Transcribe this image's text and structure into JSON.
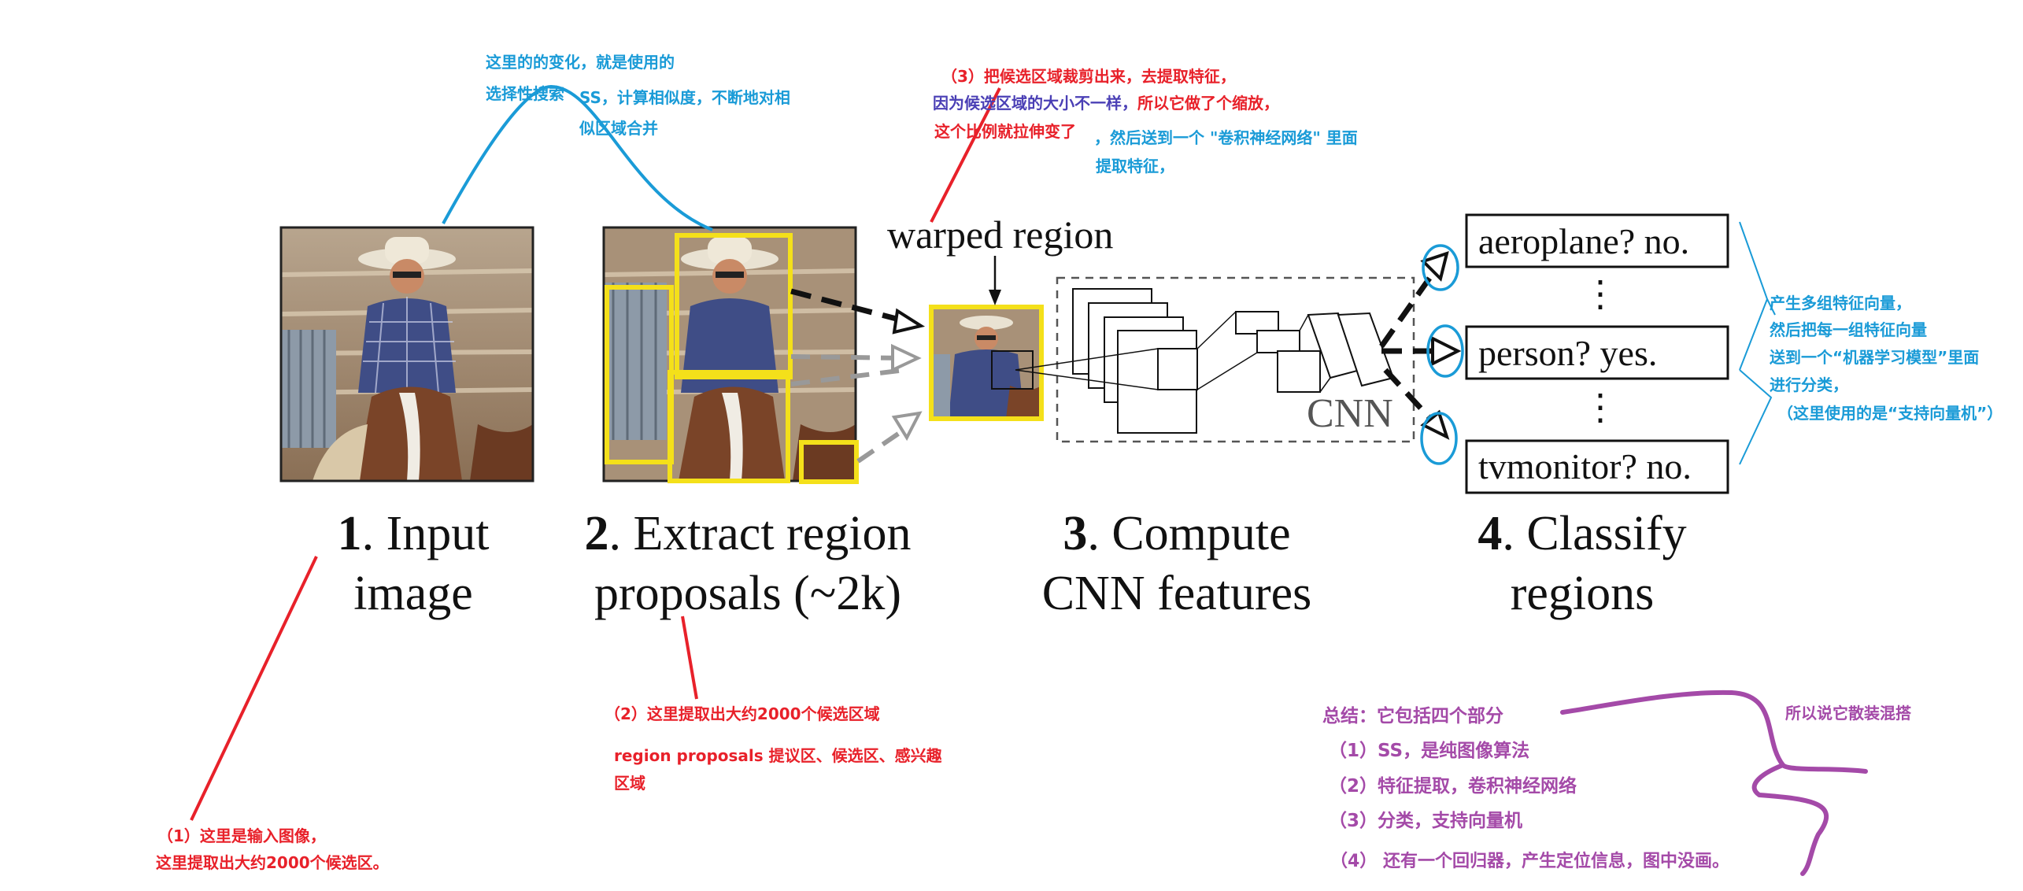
{
  "steps": [
    {
      "num": "1",
      "line1": ". Input",
      "line2": "image"
    },
    {
      "num": "2",
      "line1": ". Extract region",
      "line2": "proposals (~2k)"
    },
    {
      "num": "3",
      "line1": ". Compute",
      "line2": "CNN features"
    },
    {
      "num": "4",
      "line1": ". Classify",
      "line2": "regions"
    }
  ],
  "warped_label": "warped region",
  "cnn_label": "CNN",
  "classes": [
    {
      "text": "aeroplane? no."
    },
    {
      "text": "person? yes."
    },
    {
      "text": "tvmonitor? no."
    }
  ],
  "vdots": "⋮",
  "annotations": {
    "ss": [
      "这里的的变化，就是使用的",
      "选择性搜索",
      "SS，计算相似度，不断地对相",
      "似区域合并"
    ],
    "crop_red": [
      "（3）把候选区域裁剪出来，去提取特征，",
      "这个比例就拉伸变了"
    ],
    "crop_mixed_a": "因为候选区域的大小不一样，",
    "crop_mixed_b": "所以它做了个缩放，",
    "crop_blue": [
      "，然后送到一个 \"卷积神经网络\" 里面",
      "提取特征，"
    ],
    "classify": [
      "产生多组特征向量，",
      "然后把每一组特征向量",
      "送到一个“机器学习模型”里面",
      "进行分类，",
      "（这里使用的是“支持向量机”）"
    ],
    "input": [
      "（1）这里是输入图像，",
      "这里提取出大约2000个候选区。"
    ],
    "proposals": [
      "（2）这里提取出大约2000个候选区域",
      "region proposals 提议区、候选区、感兴趣",
      "区域"
    ],
    "summary": {
      "title": "总结：它包括四个部分",
      "items": [
        "（1）SS，是纯图像算法",
        "（2）特征提取，卷积神经网络",
        "（3）分类，支持向量机",
        "（4） 还有一个回归器，产生定位信息，图中没画。"
      ],
      "side": "所以说它散装混搭"
    }
  },
  "colors": {
    "blue": "#1a9bd7",
    "red": "#e8212a",
    "purple": "#a44aa8",
    "yellow": "#f4e01a"
  }
}
